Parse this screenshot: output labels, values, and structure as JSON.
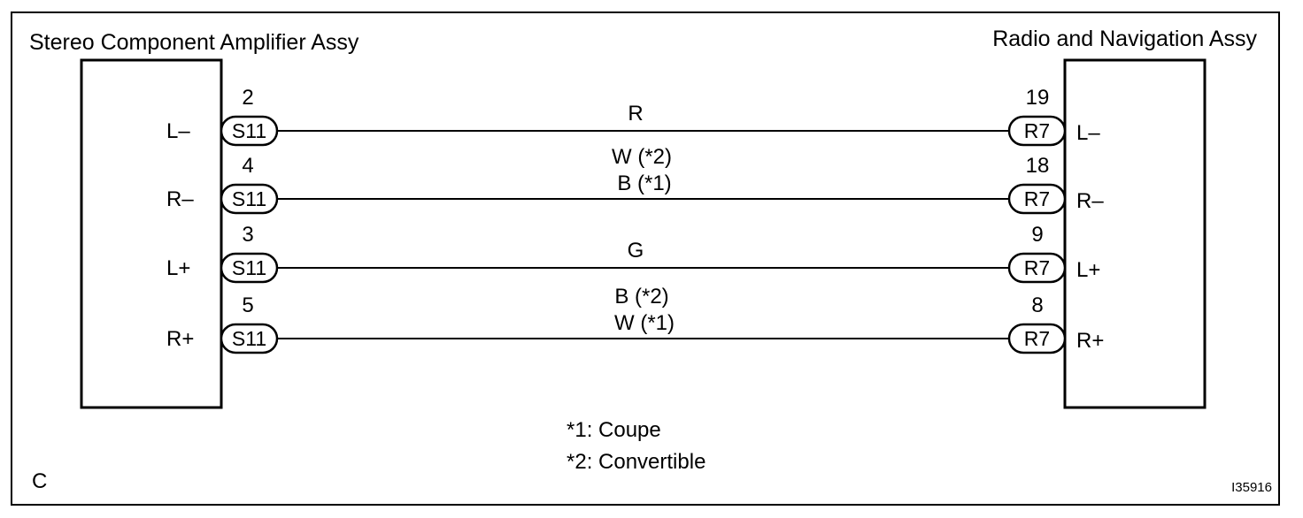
{
  "left_component": {
    "title": "Stereo Component Amplifier Assy"
  },
  "right_component": {
    "title": "Radio and Navigation Assy"
  },
  "left_connector": "S11",
  "right_connector": "R7",
  "wires": [
    {
      "left_pin": "2",
      "left_signal": "L–",
      "right_pin": "19",
      "right_signal": "L–",
      "colors": [
        "R"
      ]
    },
    {
      "left_pin": "4",
      "left_signal": "R–",
      "right_pin": "18",
      "right_signal": "R–",
      "colors": [
        "W (*2)",
        "B (*1)"
      ]
    },
    {
      "left_pin": "3",
      "left_signal": "L+",
      "right_pin": "9",
      "right_signal": "L+",
      "colors": [
        "G"
      ]
    },
    {
      "left_pin": "5",
      "left_signal": "R+",
      "right_pin": "8",
      "right_signal": "R+",
      "colors": [
        "B (*2)",
        "W (*1)"
      ]
    }
  ],
  "notes": [
    "*1: Coupe",
    "*2: Convertible"
  ],
  "corner_label": "C",
  "figure_id": "I35916"
}
